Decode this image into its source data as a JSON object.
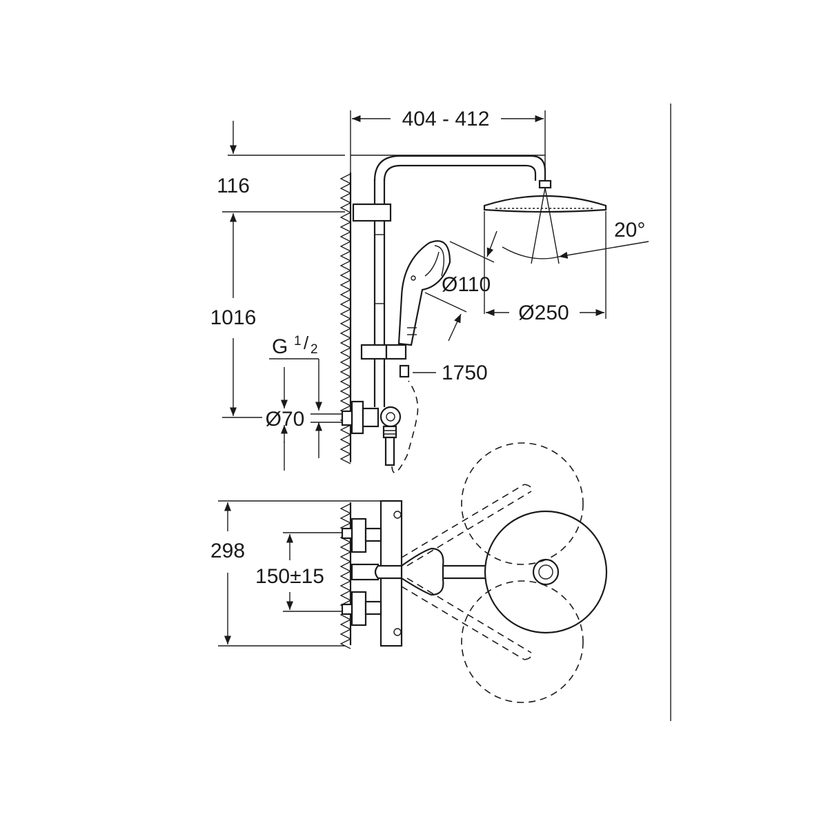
{
  "dimensions": {
    "width_range": "404 - 412",
    "head_height": "116",
    "rail_height": "1016",
    "thread_G": "G",
    "thread_num": "1",
    "thread_den": "2",
    "mixer_diameter": "Ø70",
    "hand_shower_diameter": "Ø110",
    "head_shower_diameter": "Ø250",
    "angle": "20°",
    "hose_length": "1750",
    "projection": "298",
    "centers": "150±15"
  }
}
